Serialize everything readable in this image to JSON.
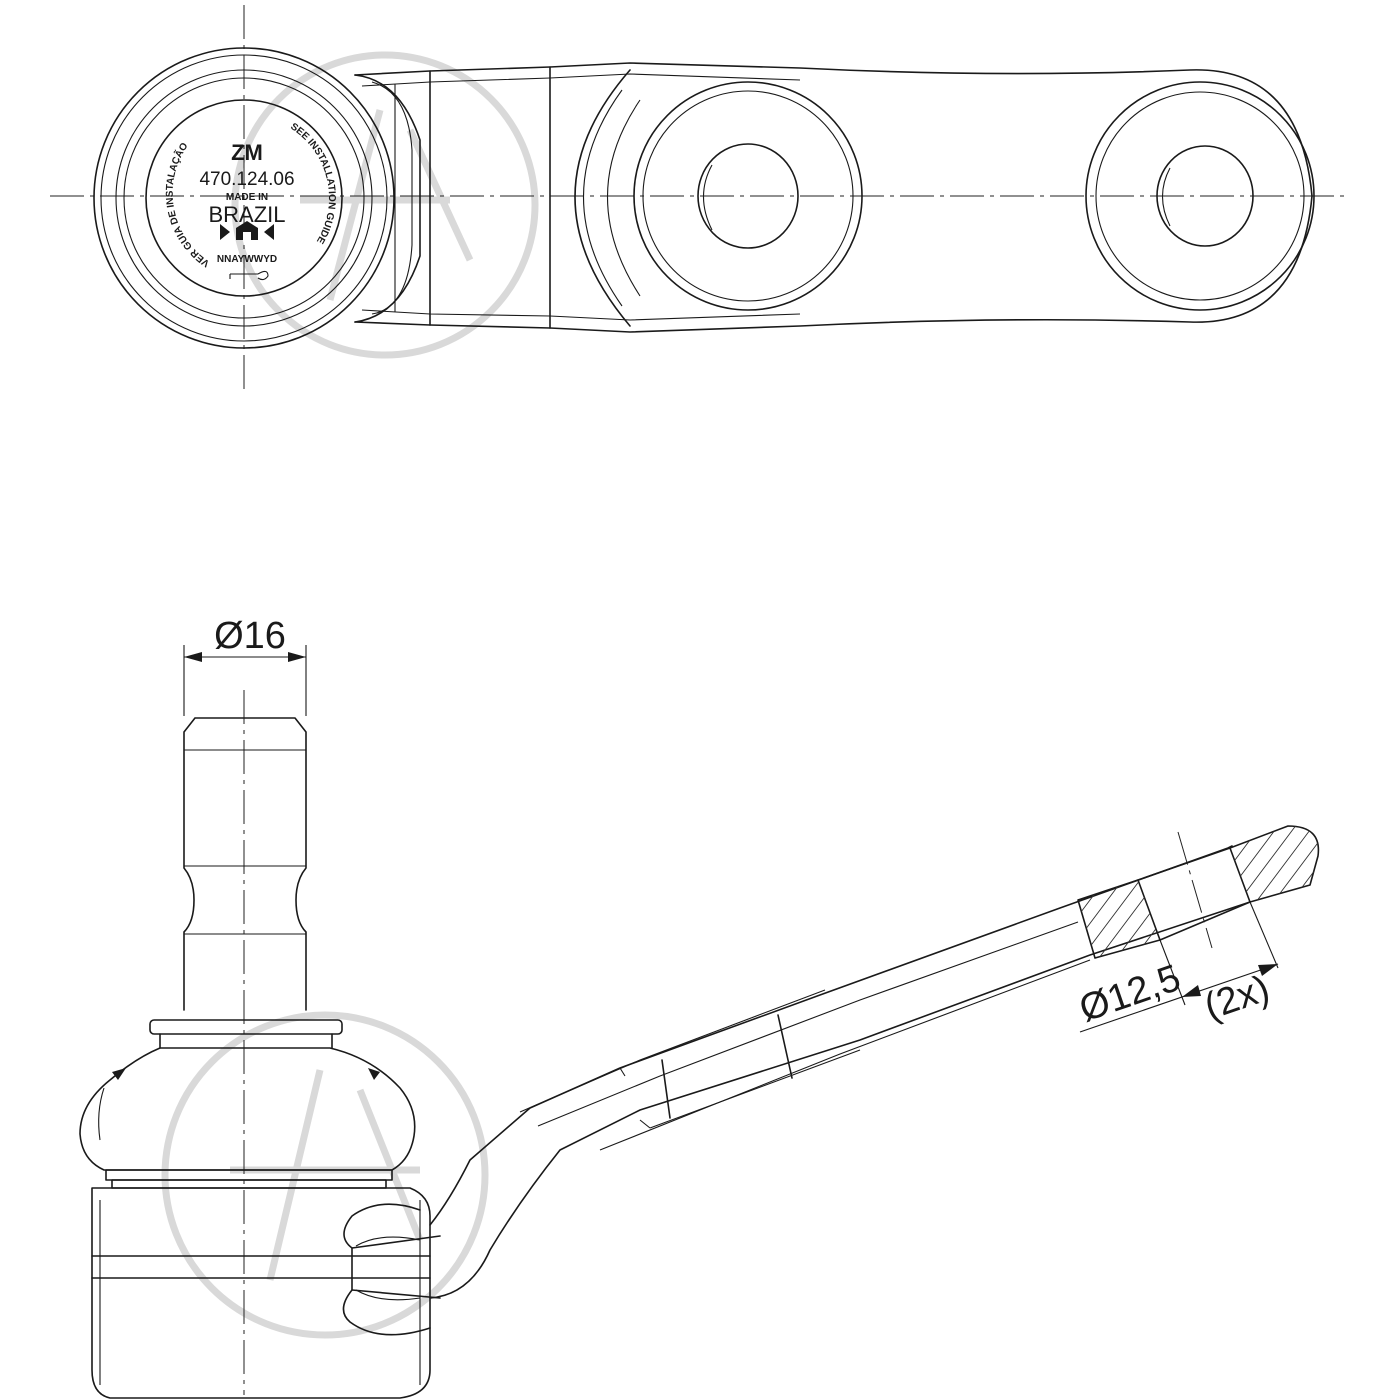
{
  "top_view": {
    "marking": {
      "brand": "ZM",
      "part_number": "470.124.06",
      "made_in": "MADE IN",
      "country": "BRAZIL",
      "date_code": "NNAYWWYD",
      "arc_left": "VER GUIA DE INSTALAÇÃO",
      "arc_right": "SEE INSTALLATION GUIDE"
    }
  },
  "side_view": {
    "dimensions": {
      "stud_diameter": "Ø16",
      "hole_diameter": "Ø12,5",
      "quantity": "(2x)"
    }
  },
  "colors": {
    "line": "#1a1a1a",
    "watermark": "#d9d9d9",
    "background": "#ffffff"
  },
  "icons": [
    "house-symbol-icon",
    "wrench-icon",
    "watermark-logo-icon"
  ]
}
